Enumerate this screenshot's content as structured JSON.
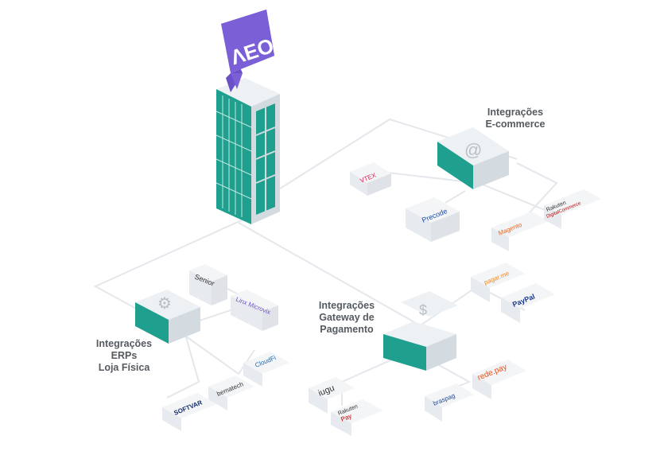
{
  "brand": {
    "logo_text": "ΛEO",
    "logo_color": "#7b5fd6"
  },
  "groups": {
    "ecommerce": {
      "label": "Integrações\nE-commerce"
    },
    "payment": {
      "label": "Integrações\nGateway de\nPagamento"
    },
    "erp": {
      "label": "Integrações\nERPs\nLoja Física"
    }
  },
  "partners": {
    "vtex": "VTEX",
    "precode": "Precode",
    "magento": "Magento",
    "rakuten_dc": "Rakuten",
    "rakuten_dc_sub": "DigitalCommerce",
    "pagarme": "pagar.me",
    "paypal": "PayPal",
    "rede": "rede.pay",
    "braspag": "braspag",
    "iugu": "iugu",
    "rakuten_pay": "Rakuten",
    "rakuten_pay_sub": "Pay",
    "senior": "Senior",
    "linx": "Linx Microvix",
    "softvar": "SOFTVAR",
    "bematech": "bematech",
    "cloudfi": "CloudFi"
  },
  "colors": {
    "building_teal": "#1fa08f",
    "building_side": "#d8dee3",
    "building_top": "#eef1f4",
    "connector": "#e3e6ea",
    "text": "#555a60"
  }
}
